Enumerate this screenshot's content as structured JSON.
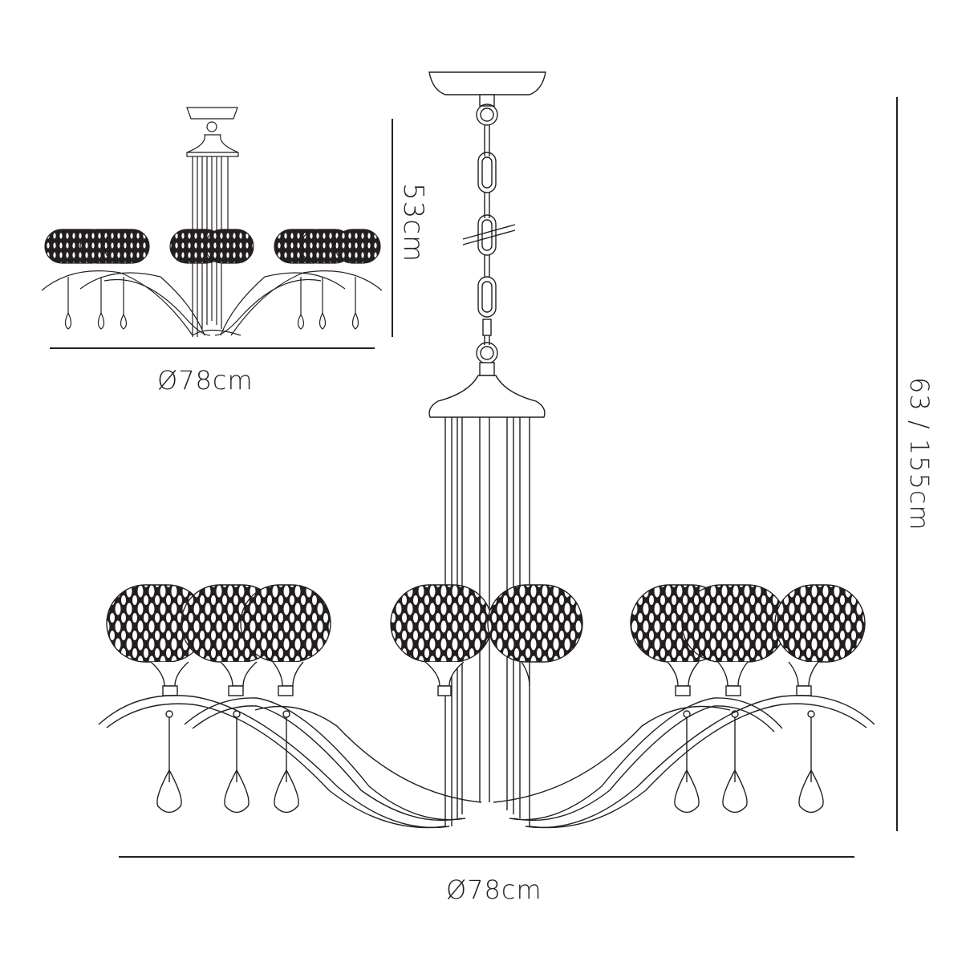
{
  "diagram": {
    "type": "product dimension drawing",
    "subject": "8-light chandelier with lattice shades and teardrop crystals",
    "line_color": "#231f20",
    "views": [
      {
        "name": "semi-flush",
        "width_label": "Ø78cm",
        "height_label": "53cm",
        "shade_count": 8,
        "crystal_count": 6
      },
      {
        "name": "pendant-with-chain",
        "width_label": "Ø78cm",
        "height_label": "63 / 155cm",
        "shade_count": 8,
        "crystal_count": 6,
        "chain_break_symbol": true
      }
    ]
  }
}
